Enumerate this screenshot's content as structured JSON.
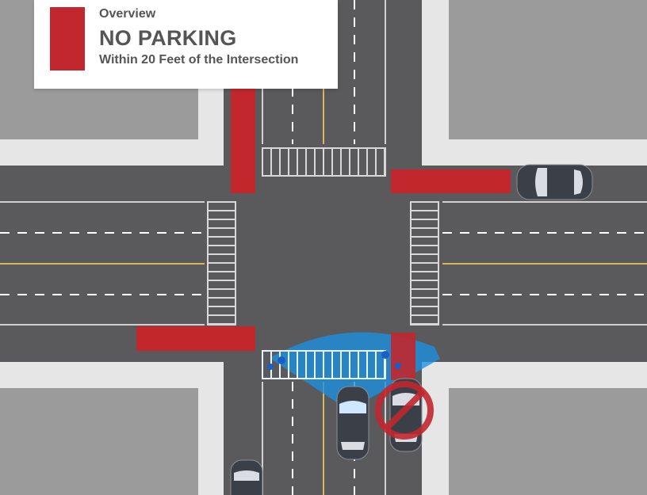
{
  "colors": {
    "no_parking_zone": "#c1272d",
    "road": "#5a5a5c",
    "sidewalk": "#e6e6e6",
    "block": "#9b9b9b",
    "lane_line_white": "#ffffff",
    "center_line_yellow": "#d9b65a",
    "visibility_cone": "#1a8fe0",
    "pedestrian": "#1a5fc8",
    "car_body": "#3b4048",
    "windshield": "#d9dde3",
    "prohibited_sign": "#c1272d"
  },
  "card": {
    "kicker": "Overview",
    "title": "NO PARKING",
    "subtitle": "Within 20 Feet of the Intersection"
  },
  "icons": {
    "prohibited": "prohibited-circle-slash-icon"
  }
}
